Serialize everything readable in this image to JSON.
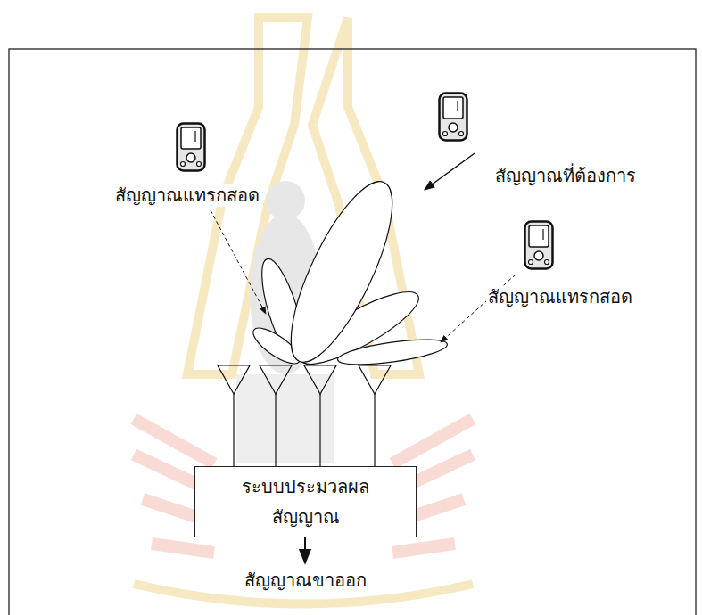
{
  "diagram": {
    "nodes": [
      {
        "text": [
          "ระบบประมวลผล สัญญาณ"
        ]
      }
    ],
    "labels": [
      "สัญญาณแทรกสอด",
      "สัญญาณที่ต้องการ",
      "สัญญาณแทรกสอด",
      "สัญญาณขาออก"
    ]
  }
}
